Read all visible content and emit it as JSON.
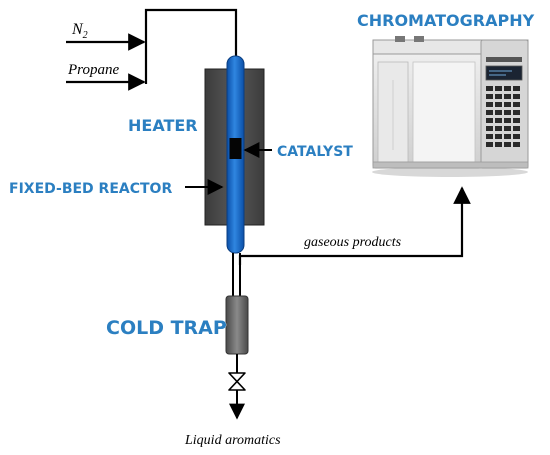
{
  "labels": {
    "n2": "N",
    "n2_sub": "2",
    "propane": "Propane",
    "heater": "HEATER",
    "catalyst": "CATALYST",
    "fixed_bed_reactor": "FIXED-BED REACTOR",
    "chromatography": "CHROMATOGRAPHY",
    "gaseous_products": "gaseous products",
    "cold_trap": "COLD TRAP",
    "liquid_aromatics": "Liquid aromatics"
  },
  "colors": {
    "label_blue": "#2b7fc1",
    "tube_blue": "#1f6fd1",
    "heater_gray": "#505050",
    "trap_gray": "#6e6e6e"
  },
  "icons": {
    "valve": "valve-icon",
    "chromatograph": "gas-chromatograph-icon"
  }
}
